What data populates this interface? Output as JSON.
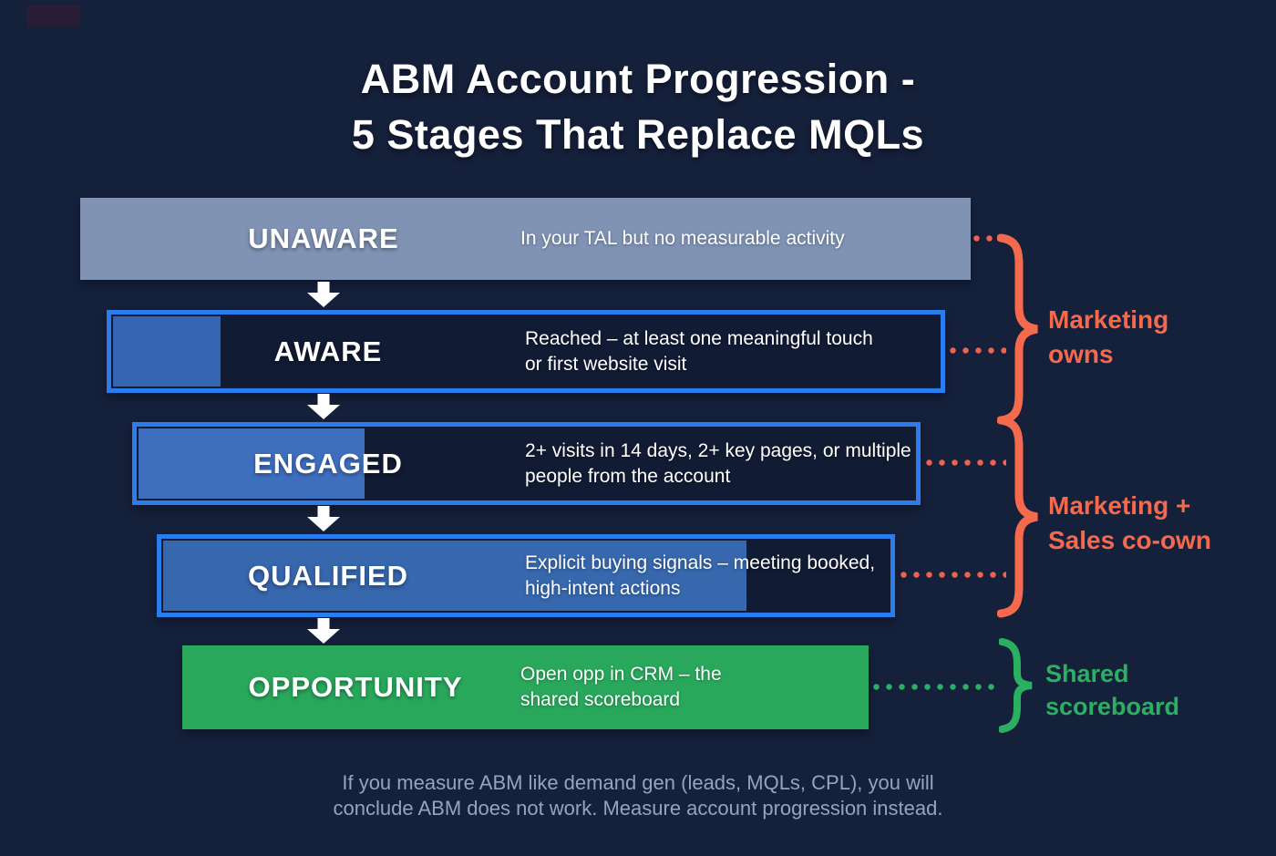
{
  "title": {
    "line1": "ABM Account Progression -",
    "line2": "5 Stages That Replace MQLs"
  },
  "stages": [
    {
      "name": "UNAWARE",
      "description": "In your TAL but no measurable activity",
      "fill_percent": 100,
      "fill_color": "#8093b5",
      "owner_group": "Marketing owns"
    },
    {
      "name": "AWARE",
      "description": "Reached – at least one meaningful touch or first website visit",
      "fill_percent": 13,
      "fill_color": "#3565b2",
      "owner_group": "Marketing owns"
    },
    {
      "name": "ENGAGED",
      "description": "2+ visits in 14 days, 2+ key pages, or multiple people from the account",
      "fill_percent": 29,
      "fill_color": "#3e6fbe",
      "owner_group": "Marketing + Sales co-own"
    },
    {
      "name": "QUALIFIED",
      "description": "Explicit buying signals – meeting booked, high-intent actions",
      "fill_percent": 80,
      "fill_color": "#3767ac",
      "owner_group": "Marketing + Sales co-own"
    },
    {
      "name": "OPPORTUNITY",
      "description": "Open opp in CRM – the shared scoreboard",
      "fill_percent": 100,
      "fill_color": "#29a85c",
      "owner_group": "Shared scoreboard"
    }
  ],
  "ownership": [
    {
      "label": "Marketing\nowns",
      "color": "#f5694d"
    },
    {
      "label": "Marketing +\nSales co-own",
      "color": "#f5694d"
    },
    {
      "label": "Shared\nscoreboard",
      "color": "#2bb061"
    }
  ],
  "footer": {
    "line1": "If you measure ABM like demand gen (leads, MQLs, CPL), you will",
    "line2": "conclude ABM does not work. Measure account progression instead."
  },
  "colors": {
    "background": "#15203b",
    "bar_border_blue": "#2b7ced",
    "bar_interior": "#111b33",
    "unaware_gray": "#8093b5",
    "opportunity_green": "#29a85c",
    "accent_orange": "#f5694d",
    "accent_green": "#2bb061",
    "dotted_orange": "#f0624d",
    "stage_text": "#ffffff",
    "footer_text": "#97a3bc"
  }
}
